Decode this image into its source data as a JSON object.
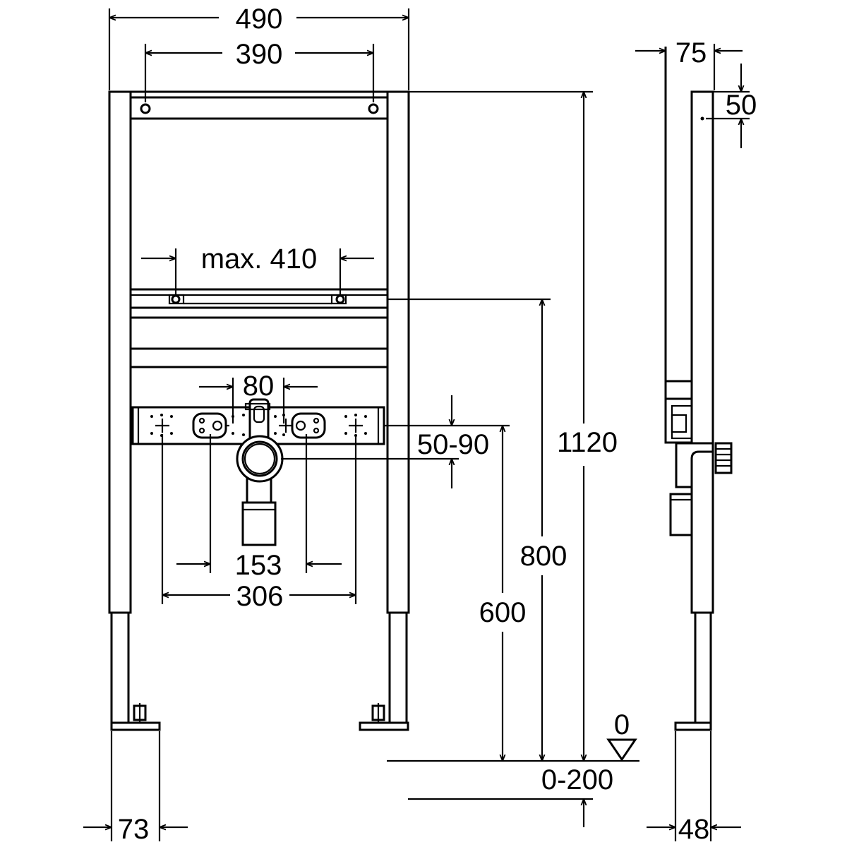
{
  "drawing": {
    "front_view": {
      "width_overall": "490",
      "top_hole_spacing": "390",
      "bracket_spacing": "max. 410",
      "supply_spacing": "80",
      "supply_height_range": "50-90",
      "inner_spacing": "153",
      "outer_spacing": "306",
      "foot_width": "73"
    },
    "height_dims": {
      "height_total": "1120",
      "bracket_height": "800",
      "supply_height": "600",
      "floor_level": "0",
      "foot_adjustment": "0-200"
    },
    "side_view": {
      "depth": "75",
      "top_offset": "50",
      "foot_depth": "48"
    }
  }
}
